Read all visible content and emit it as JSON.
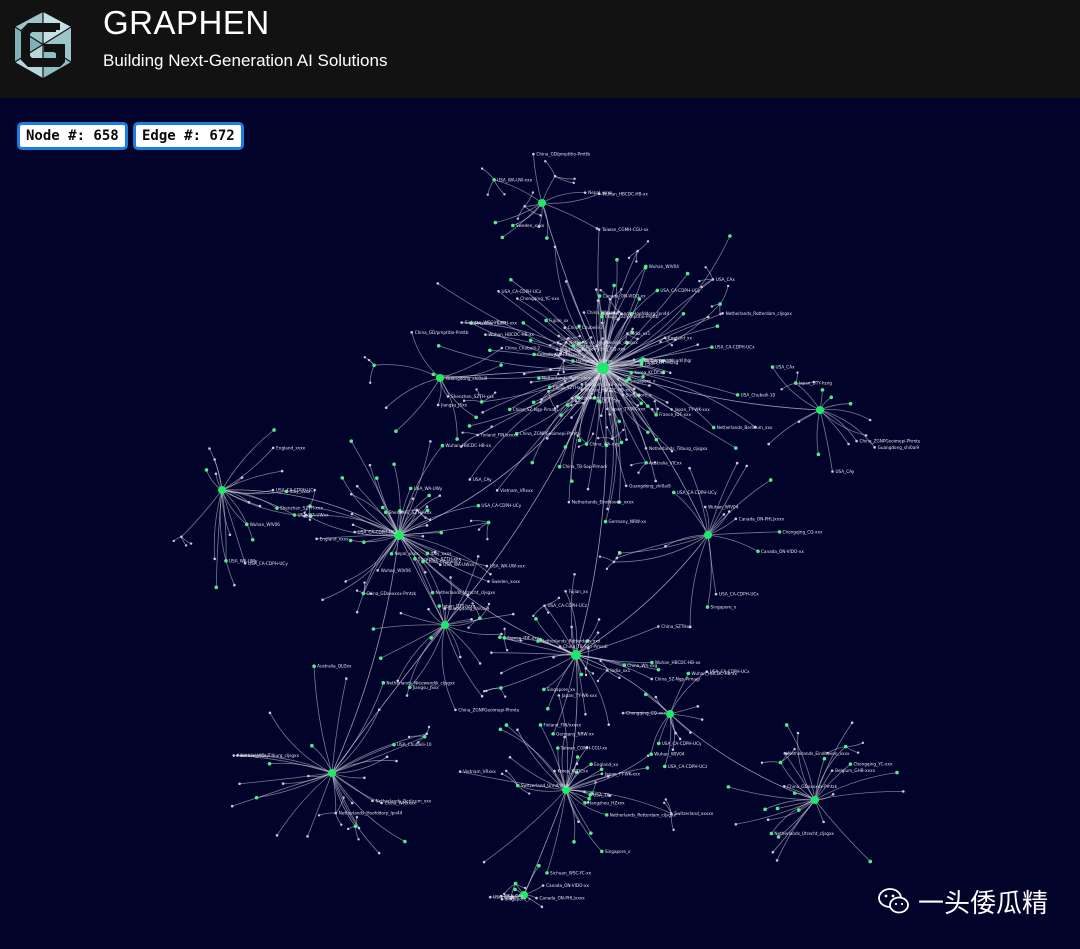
{
  "header": {
    "brand": "GRAPHEN",
    "tagline": "Building Next-Generation AI Solutions"
  },
  "stats": {
    "nodes": "Node #: 658",
    "edges": "Edge #: 672"
  },
  "watermark": {
    "text": "一头倭瓜精",
    "icon": "wechat-icon"
  },
  "colors": {
    "background": "#02032a",
    "header": "#121212",
    "edge": "#d9d9e6",
    "hub": "#1de96a",
    "node_accent": "#4cf08a",
    "label": "#e6e6f2",
    "stat_border": "#1b7fe0"
  },
  "graph": {
    "hubs": [
      {
        "name": "hub-main",
        "label": ""
      },
      {
        "name": "hub-west",
        "label": ""
      },
      {
        "name": "hub-north-left",
        "label": "Guangdong_shi0ai9"
      },
      {
        "name": "hub-east",
        "label": ""
      },
      {
        "name": "hub-netherlands",
        "label": ""
      },
      {
        "name": "hub-center",
        "label": ""
      },
      {
        "name": "hub-south-west",
        "label": ""
      },
      {
        "name": "hub-south-center",
        "label": ""
      },
      {
        "name": "hub-south-east",
        "label": ""
      },
      {
        "name": "hub-far-west",
        "label": ""
      },
      {
        "name": "hub-top",
        "label": ""
      },
      {
        "name": "hub-mid-left",
        "label": ""
      },
      {
        "name": "hub-bottom",
        "label": ""
      },
      {
        "name": "hub-usa",
        "label": ""
      }
    ],
    "labels": [
      "Wuhan_HBCDC-HB-xx",
      "China_GD/pmptitio-Pmttb",
      "China_Chubeili-2",
      "Shenzhen_SZTH-xxx",
      "Jiangsu_JSxx",
      "China_ZGNPGeoimepi-Phmtu",
      "Japan_DTY-hzxg",
      "Guangdong_shi0ai9",
      "USA_CAy",
      "USA_CAx",
      "Canada_ON-VIDO-xx",
      "Canada_ON-PHL|xxxx",
      "Singapore_x",
      "Chongqing_CQ-xxx",
      "Wuhan_WIV04",
      "USA_CA-CDPH-UCx",
      "USA_CA-CDPH-UCy",
      "USA_CA-CDPH-UCz",
      "Wuhan_HBCDC-HB-xx",
      "Fujian_xx",
      "India_xx1",
      "China_TB-Sap-Pimadi",
      "China_SZTHxx",
      "China_SZ-Ngp-Pimagi",
      "Singapore_xx",
      "Germany_NRW-xx",
      "France_IDF-xxx",
      "Netherlands_Rotterdam_xxx",
      "China_Wh-xxg",
      "USA_Chubeili-10",
      "China_WHxxxx",
      "Australia_VICxx",
      "Netherlands_Hoofddorp_Ipn44",
      "Australia_QLDxx",
      "Netherlands_Nieuwendjk_cljsgxx",
      "Netherlands_Tilburg_cljsgxx",
      "Netherlands_Berlicum_xxx",
      "Singapore_x",
      "Japan_TY-WK-xxx",
      "Taiwan_CGMH-CGU-xx",
      "Switzerland_xxxxx",
      "Sichuan_WSC-YC-xx",
      "Hangzhou_HZxxx",
      "Korea_KCDCxx",
      "Vietnam_VRxxx",
      "England_xx",
      "Japan_TY-WK-xxx",
      "USA_TXx",
      "Switzerland_Unnd/l|hgr",
      "Finland_FIN/xxxxx",
      "Netherlands_Rotterdam_cljsgxx",
      "Belgium_GHB-xxxx",
      "Netherlands_Eindhoven_xxxx",
      "Chongqing_YC-xxx",
      "Netherlands_Utrecht_cljsgxx",
      "China_GDxxxxxx-Pmtzk",
      "USA_WA-UWxx",
      "USA_WA-UWy",
      "USA_CA-CDPH-UCx",
      "USA_CA-CDPH-UCy",
      "Italy_xxxx",
      "Wuhan_WIV06",
      "Shenzhen_SZTH-xxx",
      "England_xxxx",
      "Sweden_xxxx",
      "Nepal_xxxx",
      "USA_WA-UW-xxx"
    ]
  }
}
